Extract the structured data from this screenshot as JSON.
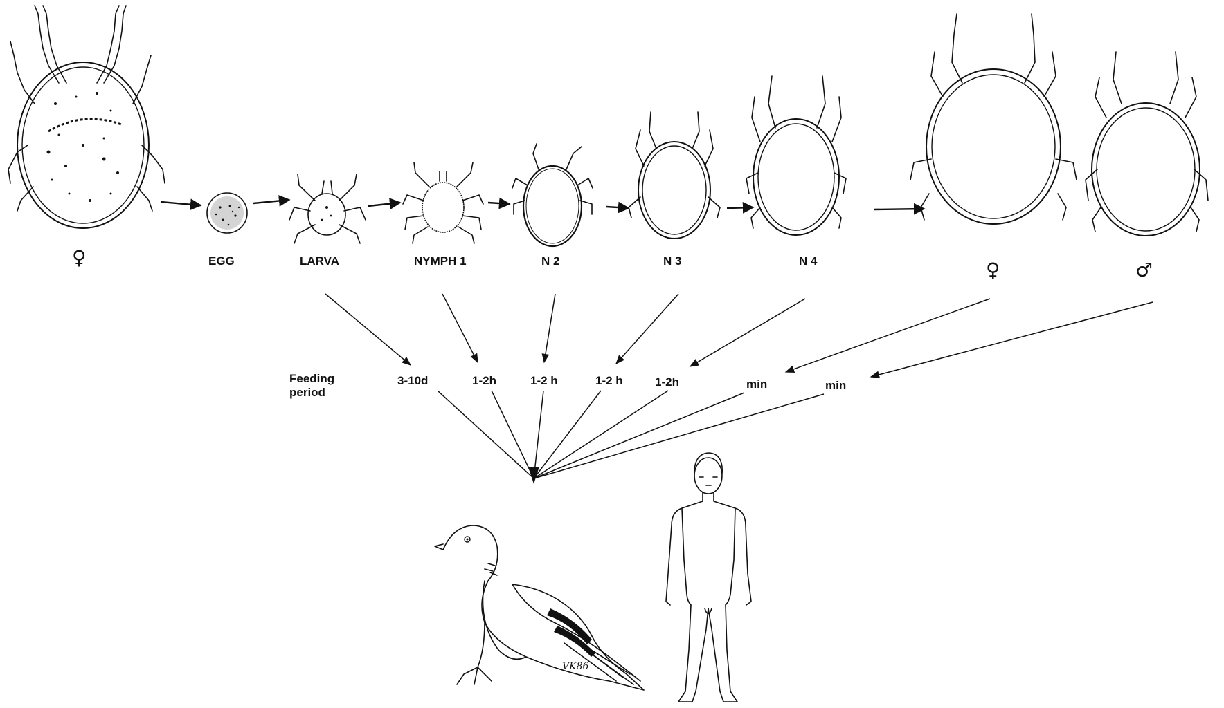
{
  "stages": {
    "adult_female_symbol": "♀",
    "egg": "EGG",
    "larva": "LARVA",
    "nymph1": "NYMPH 1",
    "n2": "N 2",
    "n3": "N 3",
    "n4": "N 4",
    "female_symbol": "♀",
    "male_symbol": "♂"
  },
  "feeding": {
    "label_line1": "Feeding",
    "label_line2": "period",
    "larva": "3-10d",
    "nymph1": "1-2h",
    "n2": "1-2 h",
    "n3": "1-2 h",
    "n4": "1-2h",
    "female": "min",
    "male": "min"
  },
  "hosts": {
    "bird": "pigeon",
    "human": "human"
  },
  "signature": "VK86",
  "colors": {
    "ink": "#111111",
    "background": "#ffffff"
  }
}
